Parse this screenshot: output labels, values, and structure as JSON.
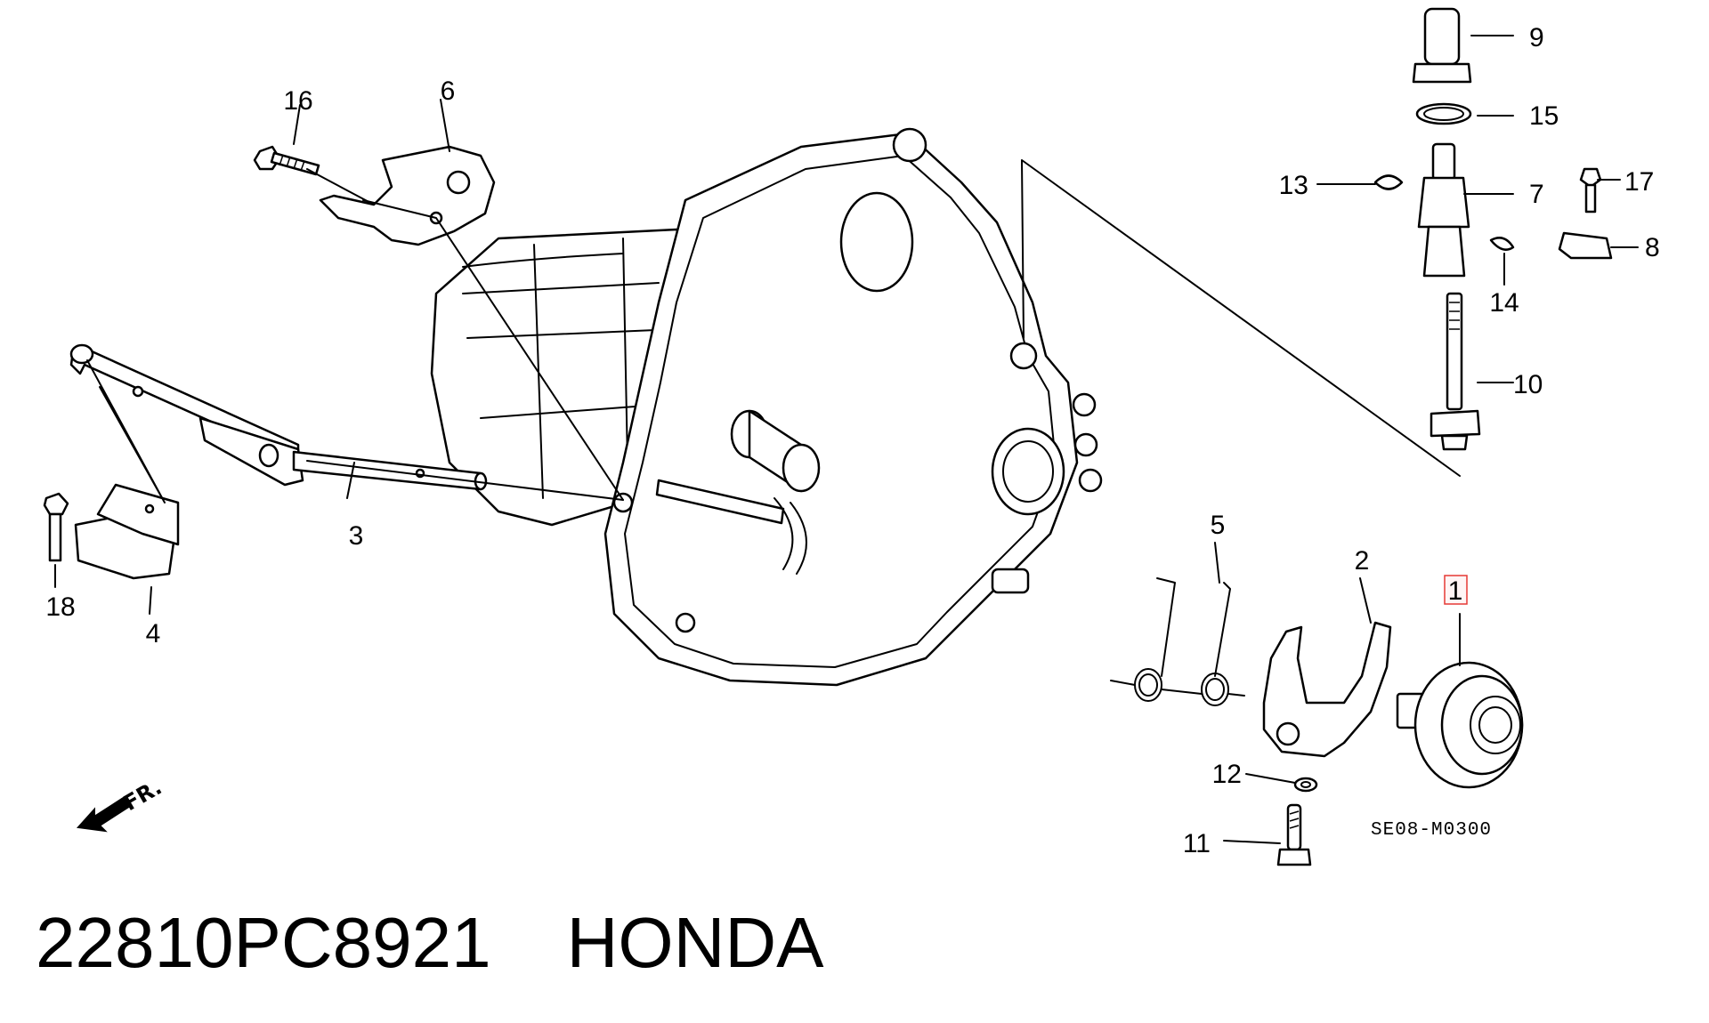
{
  "diagram": {
    "diagram_code": "SE08-M0300",
    "front_indicator": "FR.",
    "highlighted_callout": "1",
    "callouts": {
      "c1": "1",
      "c2": "2",
      "c3": "3",
      "c4": "4",
      "c5": "5",
      "c6": "6",
      "c7": "7",
      "c8": "8",
      "c9": "9",
      "c10": "10",
      "c11": "11",
      "c12": "12",
      "c13": "13",
      "c14": "14",
      "c15": "15",
      "c16": "16",
      "c17": "17",
      "c18": "18"
    }
  },
  "footer": {
    "part_number": "22810PC8921",
    "brand": "HONDA"
  },
  "colors": {
    "line": "#000000",
    "highlight": "#e53935",
    "background": "#ffffff"
  }
}
